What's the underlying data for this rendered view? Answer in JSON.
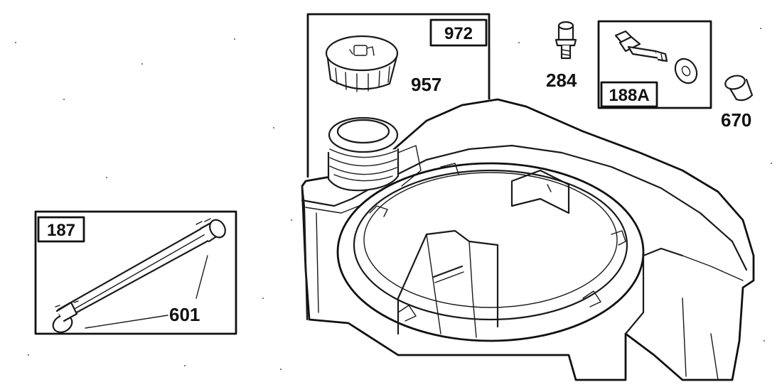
{
  "labels": {
    "box_972": "972",
    "part_957": "957",
    "part_284": "284",
    "box_188A": "188A",
    "part_670": "670",
    "box_187": "187",
    "part_601": "601"
  },
  "colors": {
    "line": "#1a1a1a",
    "background": "#ffffff"
  }
}
